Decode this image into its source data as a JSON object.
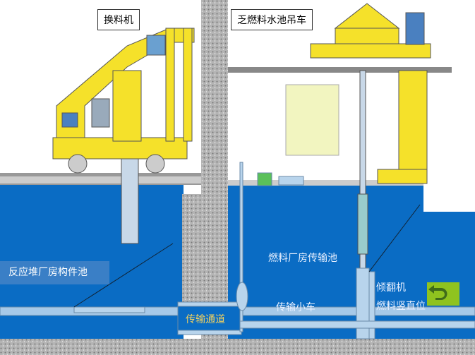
{
  "labels": {
    "refueling_machine": "换料机",
    "spent_fuel_crane": "乏燃料水池吊车",
    "reactor_pool": "反应堆厂房构件池",
    "fuel_transfer_pool": "燃料厂房传输池",
    "transfer_cart": "传输小车",
    "tilting_machine": "倾翻机",
    "fuel_vertical": "燃料竖直位",
    "transfer_tube": "传输通道"
  },
  "icons": {
    "back": "return-arrow-icon"
  },
  "colors": {
    "water": "#0a6cc4",
    "machine": "#f5e12a",
    "concrete": "#a8a8a8",
    "button": "#8fc31f",
    "tube_label": "#f0d060"
  }
}
